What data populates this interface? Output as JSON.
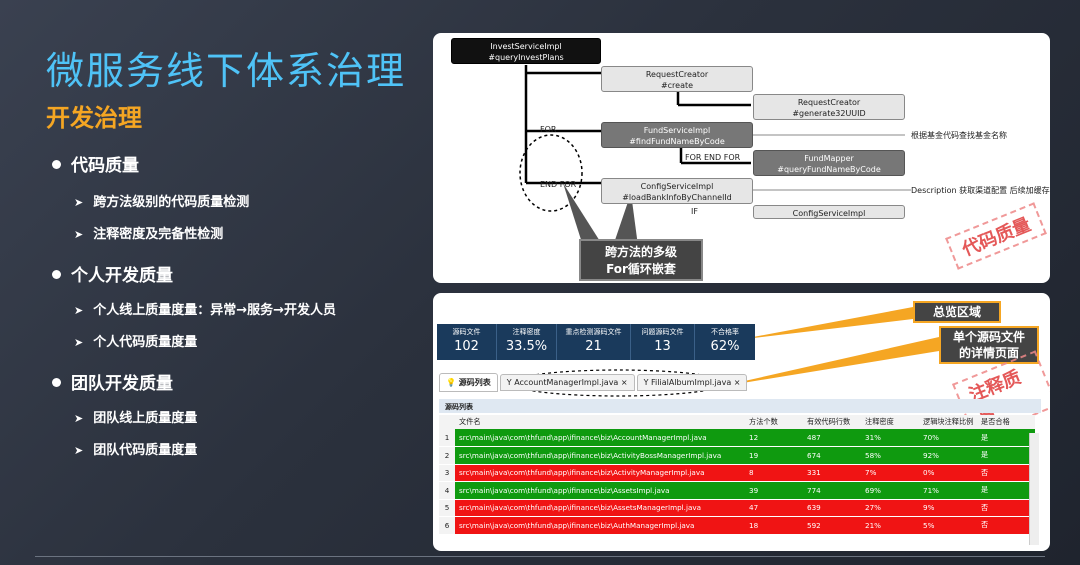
{
  "slide": {
    "title": "微服务线下体系治理",
    "subtitle": "开发治理",
    "sections": [
      {
        "heading": "代码质量",
        "items": [
          "跨方法级别的代码质量检测",
          "注释密度及完备性检测"
        ]
      },
      {
        "heading": "个人开发质量",
        "items": [
          "个人线上质量度量：异常→服务→开发人员",
          "个人代码质量度量"
        ]
      },
      {
        "heading": "团队开发质量",
        "items": [
          "团队线上质量度量",
          "团队代码质量度量"
        ]
      }
    ]
  },
  "diagram": {
    "nodes": [
      {
        "l1": "InvestServiceImpl",
        "l2": "#queryInvestPlans"
      },
      {
        "l1": "RequestCreator",
        "l2": "#create"
      },
      {
        "l1": "RequestCreator",
        "l2": "#generate32UUID"
      },
      {
        "l1": "FundServiceImpl",
        "l2": "#findFundNameByCode"
      },
      {
        "l1": "FundMapper",
        "l2": "#queryFundNameByCode"
      },
      {
        "l1": "ConfigServiceImpl",
        "l2": "#loadBankInfoByChannelId"
      },
      {
        "l1": "ConfigServiceImpl",
        "l2": ""
      }
    ],
    "labels": {
      "for": "FOR",
      "end_for": "END FOR",
      "for_end_for": "FOR END FOR",
      "if": "IF"
    },
    "notes": [
      "根据基金代码查找基金名称",
      "Description 获取渠道配置 后续加缓存"
    ],
    "callout": "跨方法的多级\nFor循环嵌套",
    "stamp": "代码质量"
  },
  "report": {
    "stats": [
      {
        "k": "源码文件",
        "v": "102"
      },
      {
        "k": "注释密度",
        "v": "33.5%"
      },
      {
        "k": "重点检测源码文件",
        "v": "21"
      },
      {
        "k": "问题源码文件",
        "v": "13"
      },
      {
        "k": "不合格率",
        "v": "62%"
      }
    ],
    "callout_overview": "总览区域",
    "callout_detail": "单个源码文件\n的详情页面",
    "stamp": "注释质量",
    "tabs": [
      "源码列表",
      "AccountManagerImpl.java",
      "FilialAlbumImpl.java"
    ],
    "list_title": "源码列表",
    "columns": [
      "文件名",
      "方法个数",
      "有效代码行数",
      "注释密度",
      "逻辑块注释比例",
      "是否合格"
    ],
    "rows": [
      {
        "i": "1",
        "f": "src\\main\\java\\com\\thfund\\app\\ifinance\\biz\\AccountManagerImpl.java",
        "m": "12",
        "c": "487",
        "d": "31%",
        "r": "70%",
        "ok": "是"
      },
      {
        "i": "2",
        "f": "src\\main\\java\\com\\thfund\\app\\ifinance\\biz\\ActivityBossManagerImpl.java",
        "m": "19",
        "c": "674",
        "d": "58%",
        "r": "92%",
        "ok": "是"
      },
      {
        "i": "3",
        "f": "src\\main\\java\\com\\thfund\\app\\ifinance\\biz\\ActivityManagerImpl.java",
        "m": "8",
        "c": "331",
        "d": "7%",
        "r": "0%",
        "ok": "否"
      },
      {
        "i": "4",
        "f": "src\\main\\java\\com\\thfund\\app\\ifinance\\biz\\AssetsImpl.java",
        "m": "39",
        "c": "774",
        "d": "69%",
        "r": "71%",
        "ok": "是"
      },
      {
        "i": "5",
        "f": "src\\main\\java\\com\\thfund\\app\\ifinance\\biz\\AssetsManagerImpl.java",
        "m": "47",
        "c": "639",
        "d": "27%",
        "r": "9%",
        "ok": "否"
      },
      {
        "i": "6",
        "f": "src\\main\\java\\com\\thfund\\app\\ifinance\\biz\\AuthManagerImpl.java",
        "m": "18",
        "c": "592",
        "d": "21%",
        "r": "5%",
        "ok": "否"
      }
    ]
  }
}
